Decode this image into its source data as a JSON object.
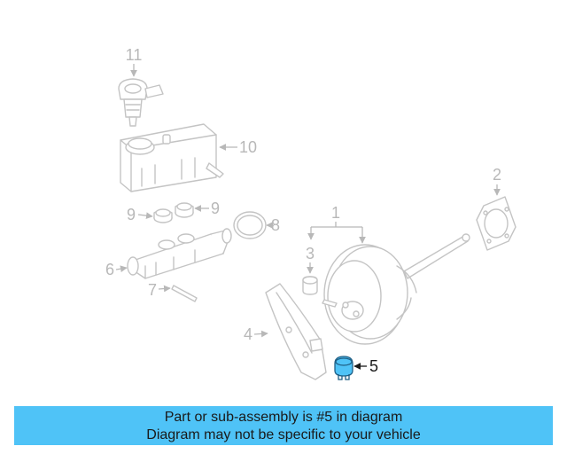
{
  "callouts": {
    "c1": "1",
    "c2": "2",
    "c3": "3",
    "c4": "4",
    "c5": "5",
    "c6": "6",
    "c7": "7",
    "c8": "8",
    "c9a": "9",
    "c9b": "9",
    "c10": "10",
    "c11": "11"
  },
  "highlighted_part": "5",
  "highlight_color": "#4fc3f7",
  "banner": {
    "line1": "Part or sub-assembly is #5 in diagram",
    "line2": "Diagram may not be specific to your vehicle",
    "background": "#4fc3f7"
  }
}
